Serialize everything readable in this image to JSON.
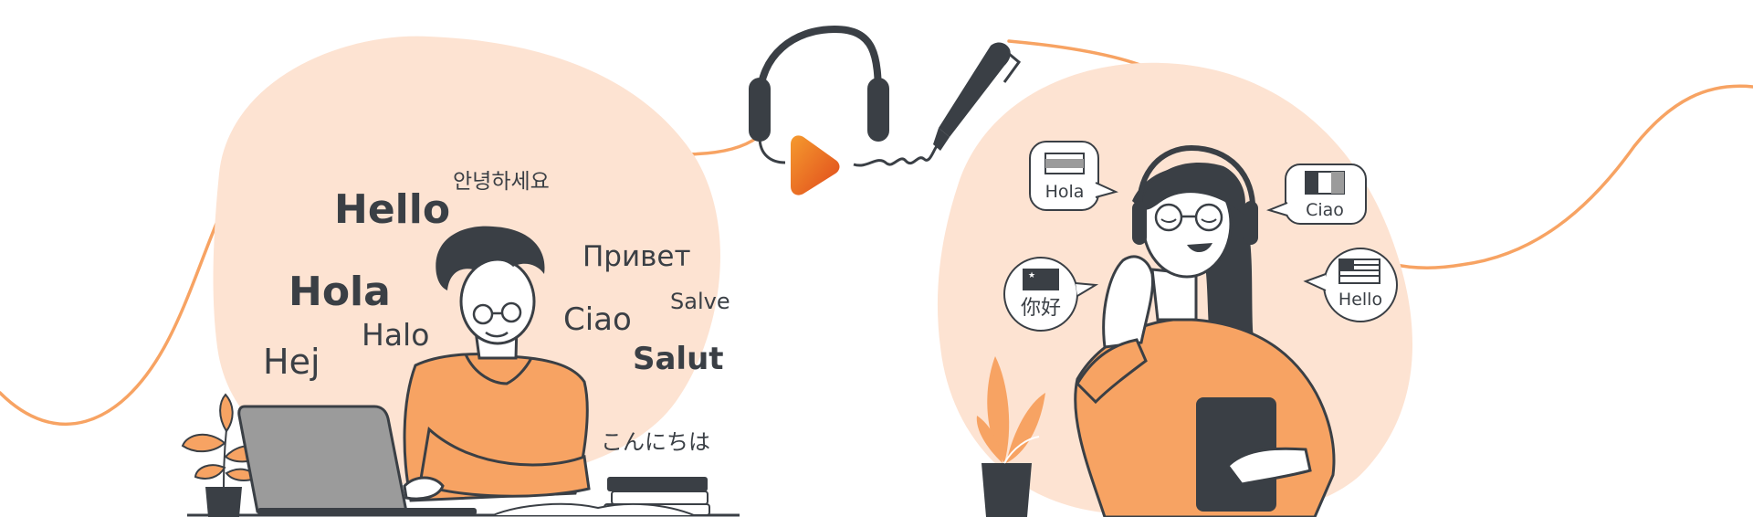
{
  "colors": {
    "accent": "#f7a363",
    "blob": "#fde3d2",
    "ink": "#3a3f45",
    "play_start": "#f28b2a",
    "play_end": "#e0481e"
  },
  "left_scene": {
    "words": [
      {
        "id": "hello",
        "text": "Hello"
      },
      {
        "id": "korean",
        "text": "안녕하세요"
      },
      {
        "id": "privet",
        "text": "Привет"
      },
      {
        "id": "hola",
        "text": "Hola"
      },
      {
        "id": "salve",
        "text": "Salve"
      },
      {
        "id": "ciao",
        "text": "Ciao"
      },
      {
        "id": "halo",
        "text": "Halo"
      },
      {
        "id": "hej",
        "text": "Hej"
      },
      {
        "id": "salut",
        "text": "Salut"
      },
      {
        "id": "japanese",
        "text": "こんにちは"
      }
    ]
  },
  "right_scene": {
    "bubbles": [
      {
        "id": "spanish",
        "text": "Hola",
        "flag": "spain-flag-icon"
      },
      {
        "id": "italian",
        "text": "Ciao",
        "flag": "italy-flag-icon"
      },
      {
        "id": "chinese",
        "text": "你好",
        "flag": "china-flag-icon"
      },
      {
        "id": "english",
        "text": "Hello",
        "flag": "usa-flag-icon"
      }
    ]
  },
  "center": {
    "icons": [
      "headphones-icon",
      "play-icon",
      "pen-icon"
    ]
  }
}
